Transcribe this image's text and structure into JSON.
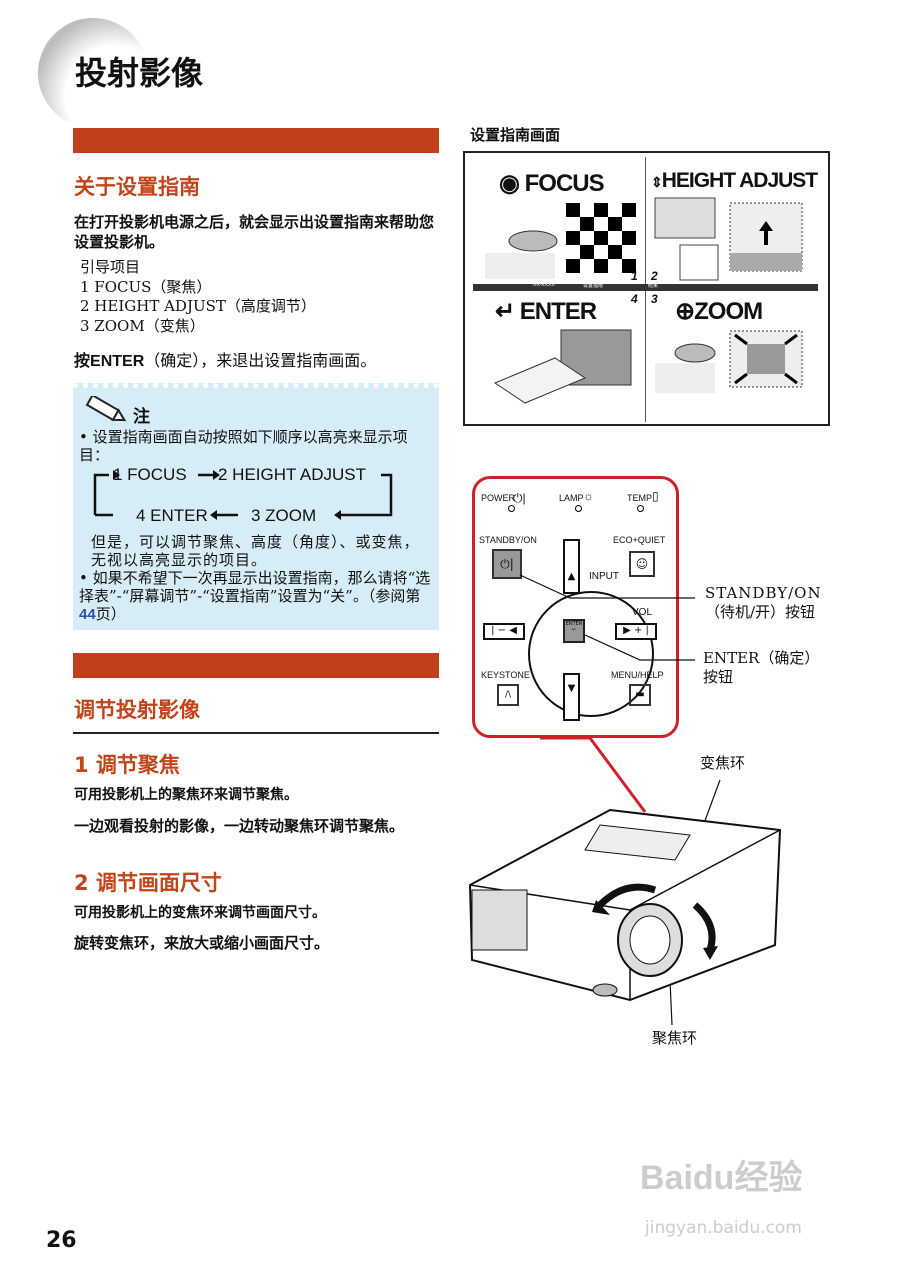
{
  "page": {
    "title": "投射影像",
    "number": "26"
  },
  "section1": {
    "heading": "关于设置指南",
    "intro": "在打开投影机电源之后，就会显示出设置指南来帮助您设置投影机。",
    "guide_label": "引导项目",
    "items": [
      "1  FOCUS（聚焦）",
      "2  HEIGHT  ADJUST（高度调节）",
      "3  ZOOM（变焦）"
    ],
    "exit_prefix": "按",
    "exit_key": "ENTER",
    "exit_suffix": "（确定），来退出设置指南画面。"
  },
  "note": {
    "title": "注",
    "bullet1": "设置指南画面自动按照如下顺序以高亮来显示项目：",
    "flow": {
      "step1": "1 FOCUS",
      "step2": "2 HEIGHT ADJUST",
      "step3": "3 ZOOM",
      "step4": "4 ENTER"
    },
    "bullet1_cont": "但是，可以调节聚焦、高度（角度）、或变焦，无视以高亮显示的项目。",
    "bullet2_pre": "如果不希望下一次再显示出设置指南，那么请将“选择表”-“屏幕调节”-“设置指南”设置为“关”。（参阅第",
    "bullet2_page": "44",
    "bullet2_post": "页）"
  },
  "section2": {
    "heading": "调节投射影像",
    "sub1": {
      "heading": "1 调节聚焦",
      "p1": "可用投影机上的聚焦环来调节聚焦。",
      "p2": "一边观看投射的影像，一边转动聚焦环调节聚焦。"
    },
    "sub2": {
      "heading": "2 调节画面尺寸",
      "p1": "可用投影机上的变焦环来调节画面尺寸。",
      "p2": "旋转变焦环，来放大或缩小画面尺寸。"
    }
  },
  "guide_screen": {
    "caption": "设置指南画面",
    "focus": "FOCUS",
    "height": "HEIGHT ADJUST",
    "enter": "ENTER",
    "zoom": "ZOOM",
    "n1": "1",
    "n2": "2",
    "n3": "3",
    "n4": "4",
    "bar_model": "XX-XXXX",
    "bar_title": "设置指南",
    "bar_end": "结束"
  },
  "panel": {
    "power": "POWER",
    "lamp": "LAMP",
    "temp": "TEMP",
    "standby": "STANDBY/ON",
    "eco": "ECO+QUIET",
    "input": "INPUT",
    "vol": "VOL",
    "keystone": "KEYSTONE",
    "menu": "MENU/HELP",
    "enter_key": "ENTER"
  },
  "callouts": {
    "standby": "STANDBY/ON",
    "standby_cn": "（待机/开）按钮",
    "enter": "ENTER（确定）",
    "enter_cn": "按钮",
    "zoom_ring": "变焦环",
    "focus_ring": "聚焦环"
  },
  "watermark": {
    "brand": "Baidu经验",
    "url": "jingyan.baidu.com"
  },
  "colors": {
    "accent": "#c1401b",
    "note_bg": "#d6edf8",
    "panel_border": "#d0202a",
    "link": "#2a52a8"
  }
}
